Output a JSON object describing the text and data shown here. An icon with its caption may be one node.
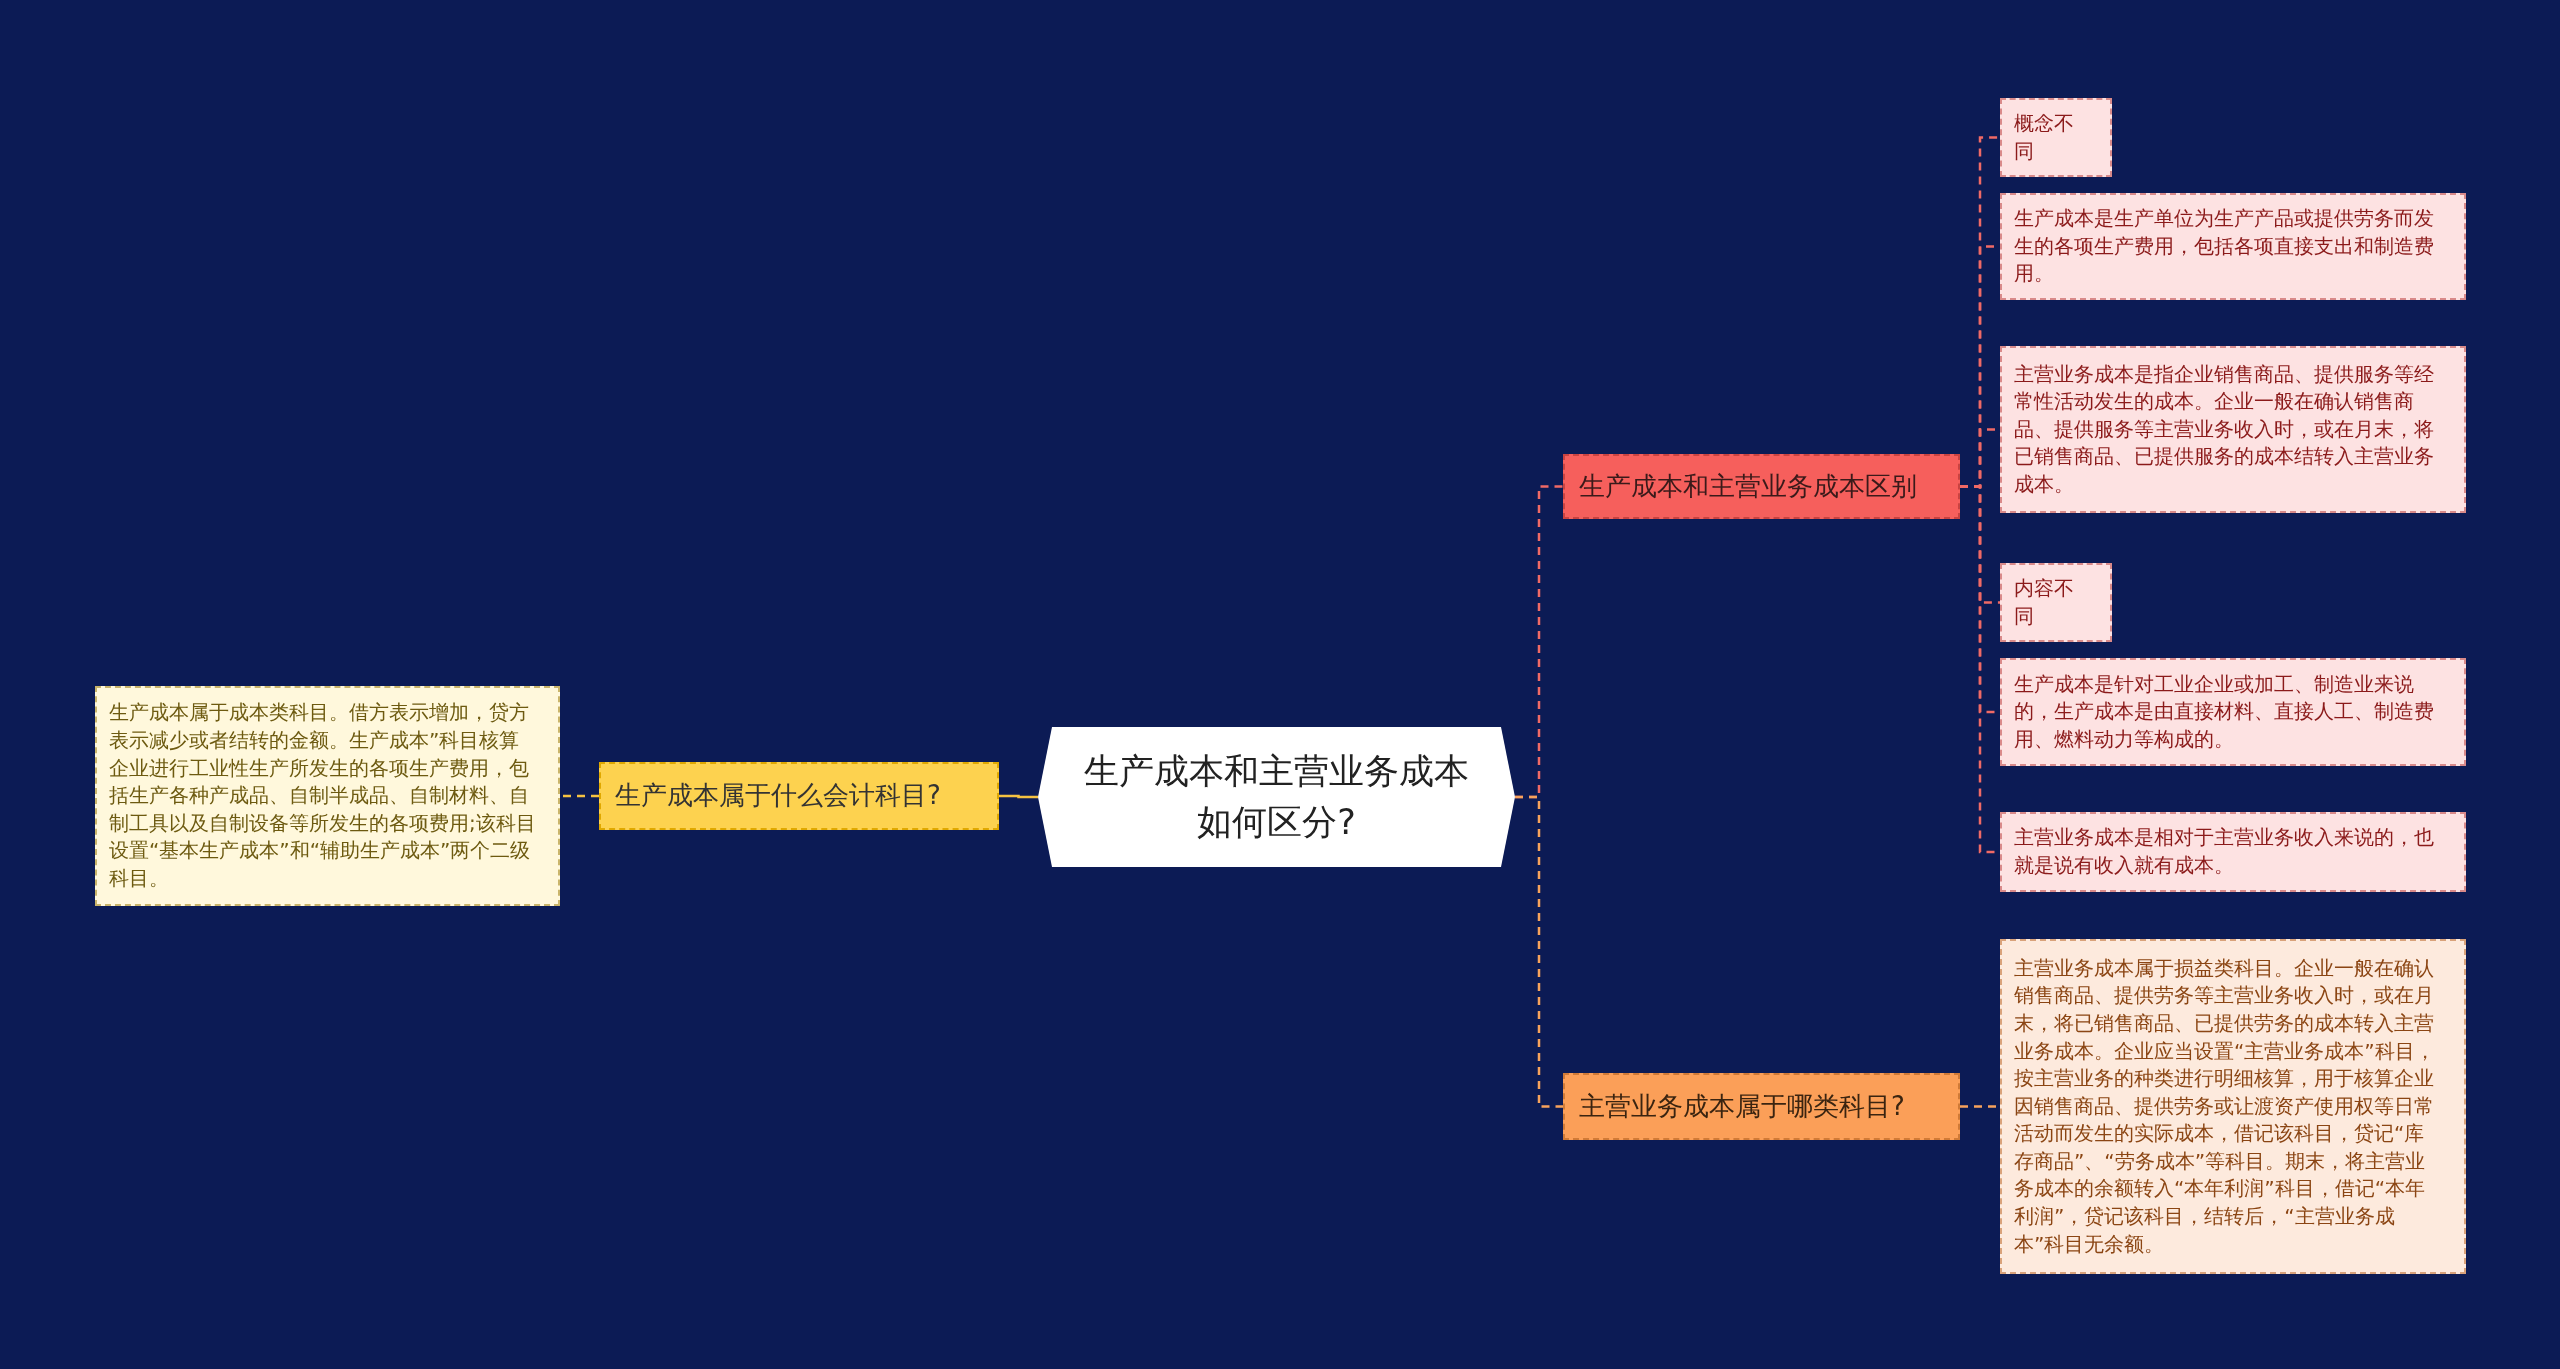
{
  "diagram": {
    "nodes": [
      {
        "text": [
          "生产成本和主营业务成本如何区分?"
        ]
      },
      {
        "text": [
          "生产成本属于什么会计科目?"
        ]
      },
      {
        "text": [
          "生产成本属于成本类科目。借方表示增加，贷方表示减少或者结转的金额。生产成本”科目核算企业进行工业性生产所发生的各项生产费用，包括生产各种产成品、自制半成品、自制材料、自制工具以及自制设备等所发生的各项费用;该科目设置“基本生产成本”和“辅助生产成本”两个二级科目。"
        ]
      },
      {
        "text": [
          "生产成本和主营业务成本区别"
        ]
      },
      {
        "text": [
          "概念不同"
        ]
      },
      {
        "text": [
          "生产成本是生产单位为生产产品或提供劳务而发生的各项生产费用，包括各项直接支出和制造费用。"
        ]
      },
      {
        "text": [
          "主营业务成本是指企业销售商品、提供服务等经常性活动发生的成本。企业一般在确认销售商品、提供服务等主营业务收入时，或在月末，将已销售商品、已提供服务的成本结转入主营业务成本。"
        ]
      },
      {
        "text": [
          "内容不同"
        ]
      },
      {
        "text": [
          "生产成本是针对工业企业或加工、制造业来说的，生产成本是由直接材料、直接人工、制造费用、燃料动力等构成的。"
        ]
      },
      {
        "text": [
          "主营业务成本是相对于主营业务收入来说的，也就是说有收入就有成本。"
        ]
      },
      {
        "text": [
          "主营业务成本属于哪类科目?"
        ]
      },
      {
        "text": [
          "主营业务成本属于损益类科目。企业一般在确认销售商品、提供劳务等主营业务收入时，或在月末，将已销售商品、已提供劳务的成本转入主营业务成本。企业应当设置“主营业务成本”科目，按主营业务的种类进行明细核算，用于核算企业因销售商品、提供劳务或让渡资产使用权等日常活动而发生的实际成本，借记该科目，贷记“库存商品”、“劳务成本”等科目。期末，将主营业务成本的余额转入“本年利润”科目，借记“本年利润”，贷记该科目，结转后，“主营业务成本”科目无余额。"
        ]
      }
    ],
    "edges": [
      {
        "from": 0,
        "to": 1,
        "arrow": "none",
        "color": "#f5c242"
      },
      {
        "from": 1,
        "to": 2,
        "arrow": "none",
        "style": "dashed",
        "color": "#f5c242"
      },
      {
        "from": 0,
        "to": 3,
        "arrow": "none",
        "style": "dashed"
      },
      {
        "from": 3,
        "to": 4,
        "arrow": "none",
        "style": "dashed"
      },
      {
        "from": 3,
        "to": 5,
        "arrow": "none",
        "style": "dashed"
      },
      {
        "from": 3,
        "to": 6,
        "arrow": "none",
        "style": "dashed"
      },
      {
        "from": 3,
        "to": 7,
        "arrow": "none",
        "style": "dashed"
      },
      {
        "from": 3,
        "to": 8,
        "arrow": "none",
        "style": "dashed"
      },
      {
        "from": 3,
        "to": 9,
        "arrow": "none",
        "style": "dashed"
      },
      {
        "from": 0,
        "to": 10,
        "arrow": "none",
        "style": "dashed",
        "color": "#f7a35c"
      },
      {
        "from": 10,
        "to": 11,
        "arrow": "none",
        "style": "dashed",
        "color": "#f7a35c"
      }
    ]
  }
}
